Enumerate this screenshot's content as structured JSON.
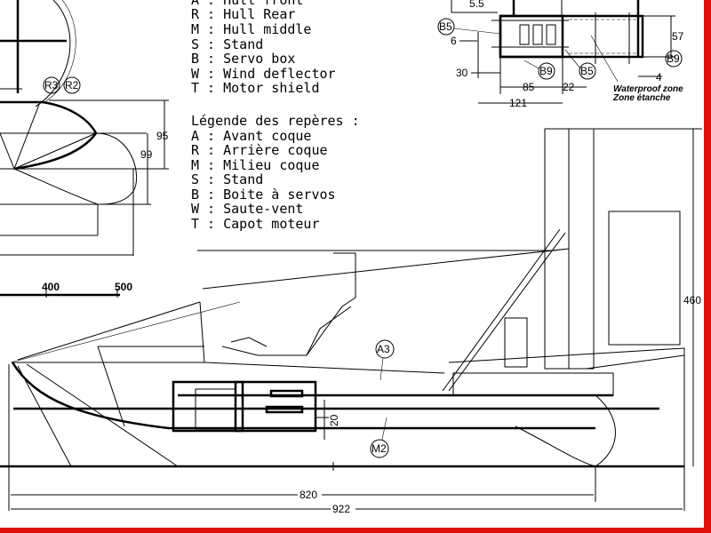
{
  "legend_en": {
    "items": [
      "A : Hull front",
      "R : Hull Rear",
      "M : Hull middle",
      "S : Stand",
      "B : Servo box",
      "W : Wind deflector",
      "T : Motor shield"
    ]
  },
  "legend_fr": {
    "title": "Légende des repères :",
    "items": [
      "A : Avant coque",
      "R : Arrière coque",
      "M : Milieu coque",
      "S : Stand",
      "B : Boite à servos",
      "W : Saute-vent",
      "T : Capot moteur"
    ]
  },
  "detail": {
    "dims": {
      "d55": "5.5",
      "d6": "6",
      "d57": "57",
      "d30": "30",
      "d85": "85",
      "d22": "22",
      "d4": "4",
      "d121": "121"
    },
    "labels": {
      "b5a": "B5",
      "b5b": "B5",
      "b9a": "B9",
      "b9b": "B9"
    },
    "zone_en": "Waterproof zone",
    "zone_fr": "Zone étanche"
  },
  "front_view": {
    "labels": {
      "r3": "R3",
      "r2": "R2"
    },
    "dims": {
      "d95": "95",
      "d99": "99"
    }
  },
  "scale": {
    "s400": "400",
    "s500": "500"
  },
  "side_view": {
    "labels": {
      "a3": "A3",
      "m2": "M2"
    },
    "dims": {
      "d460": "460",
      "d20": "20",
      "d820": "820",
      "d922": "922"
    }
  },
  "colors": {
    "frame": "#e01010"
  }
}
